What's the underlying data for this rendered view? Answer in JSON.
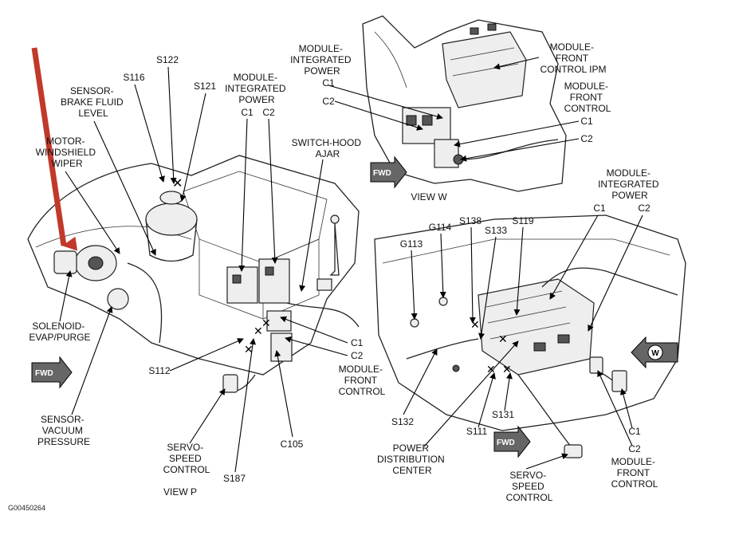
{
  "labels": {
    "s122": "S122",
    "s116": "S116",
    "s121": "S121",
    "sensor_brake_fluid": [
      "SENSOR-",
      "BRAKE FLUID",
      "LEVEL"
    ],
    "motor_wiper": [
      "MOTOR-",
      "WINDSHIELD",
      "WIPER"
    ],
    "module_ipm_p": [
      "MODULE-",
      "INTEGRATED",
      "POWER"
    ],
    "c1_p": "C1",
    "c2_p": "C2",
    "switch_hood": [
      "SWITCH-HOOD",
      "AJAR"
    ],
    "solenoid_evap": [
      "SOLENOID-",
      "EVAP/PURGE"
    ],
    "fwd": "FWD",
    "s112": "S112",
    "c1_mfc_p": "C1",
    "c2_mfc_p": "C2",
    "module_front_p": [
      "MODULE-",
      "FRONT",
      "CONTROL"
    ],
    "sensor_vacuum": [
      "SENSOR-",
      "VACUUM",
      "PRESSURE"
    ],
    "servo_p": [
      "SERVO-",
      "SPEED",
      "CONTROL"
    ],
    "c105": "C105",
    "s187": "S187",
    "view_p": "VIEW P",
    "image_code": "G00450264",
    "module_ipm_w": [
      "MODULE-",
      "INTEGRATED",
      "POWER"
    ],
    "c1_w": "C1",
    "c2_w": "C2",
    "module_front_ipm": [
      "MODULE-",
      "FRONT",
      "CONTROL IPM"
    ],
    "module_front_w": [
      "MODULE-",
      "FRONT",
      "CONTROL"
    ],
    "c1_mfc_w": "C1",
    "c2_mfc_w": "C2",
    "view_w": "VIEW W",
    "g113": "G113",
    "g114": "G114",
    "s138": "S138",
    "s133": "S133",
    "s119": "S119",
    "module_ipm_r": [
      "MODULE-",
      "INTEGRATED",
      "POWER"
    ],
    "c1_r": "C1",
    "c2_r": "C2",
    "w_marker": "W",
    "s132": "S132",
    "power_dist": [
      "POWER",
      "DISTRIBUTION",
      "CENTER"
    ],
    "s111": "S111",
    "s131": "S131",
    "servo_r": [
      "SERVO-",
      "SPEED",
      "CONTROL"
    ],
    "c1_mfc_r": "C1",
    "c2_mfc_r": "C2",
    "module_front_r": [
      "MODULE-",
      "FRONT",
      "CONTROL"
    ]
  },
  "colors": {
    "highlight_arrow": "#c0392b",
    "line": "#111111"
  }
}
